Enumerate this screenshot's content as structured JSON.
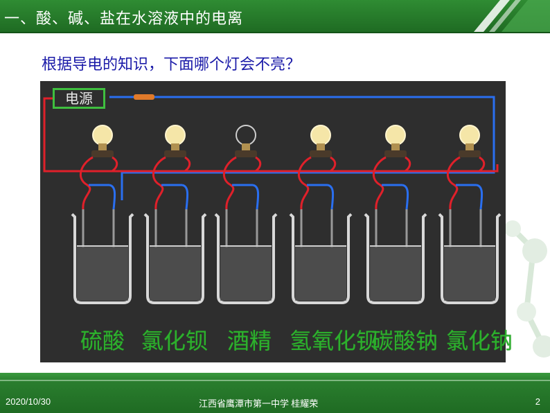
{
  "header": {
    "title": "一、酸、碱、盐在水溶液中的电离"
  },
  "question": "根据导电的知识，下面哪个灯会不亮？",
  "figure": {
    "power_label": "电源",
    "beakers": [
      {
        "label": "硫酸",
        "lit": true
      },
      {
        "label": "氯化钡",
        "lit": true
      },
      {
        "label": "酒精",
        "lit": false
      },
      {
        "label": "氢氧化钡",
        "lit": true
      },
      {
        "label": "碳酸钠",
        "lit": true
      },
      {
        "label": "氯化钠",
        "lit": true
      }
    ]
  },
  "footer": {
    "date": "2020/10/30",
    "school": "江西省鹰潭市第一中学 桂耀荣",
    "page": "2"
  },
  "colors": {
    "title_bar": "#1f6b23",
    "question_text": "#1a1aa8",
    "label_green": "#2db02d",
    "wire_red": "#e0202a",
    "wire_blue": "#2a6ff0"
  }
}
